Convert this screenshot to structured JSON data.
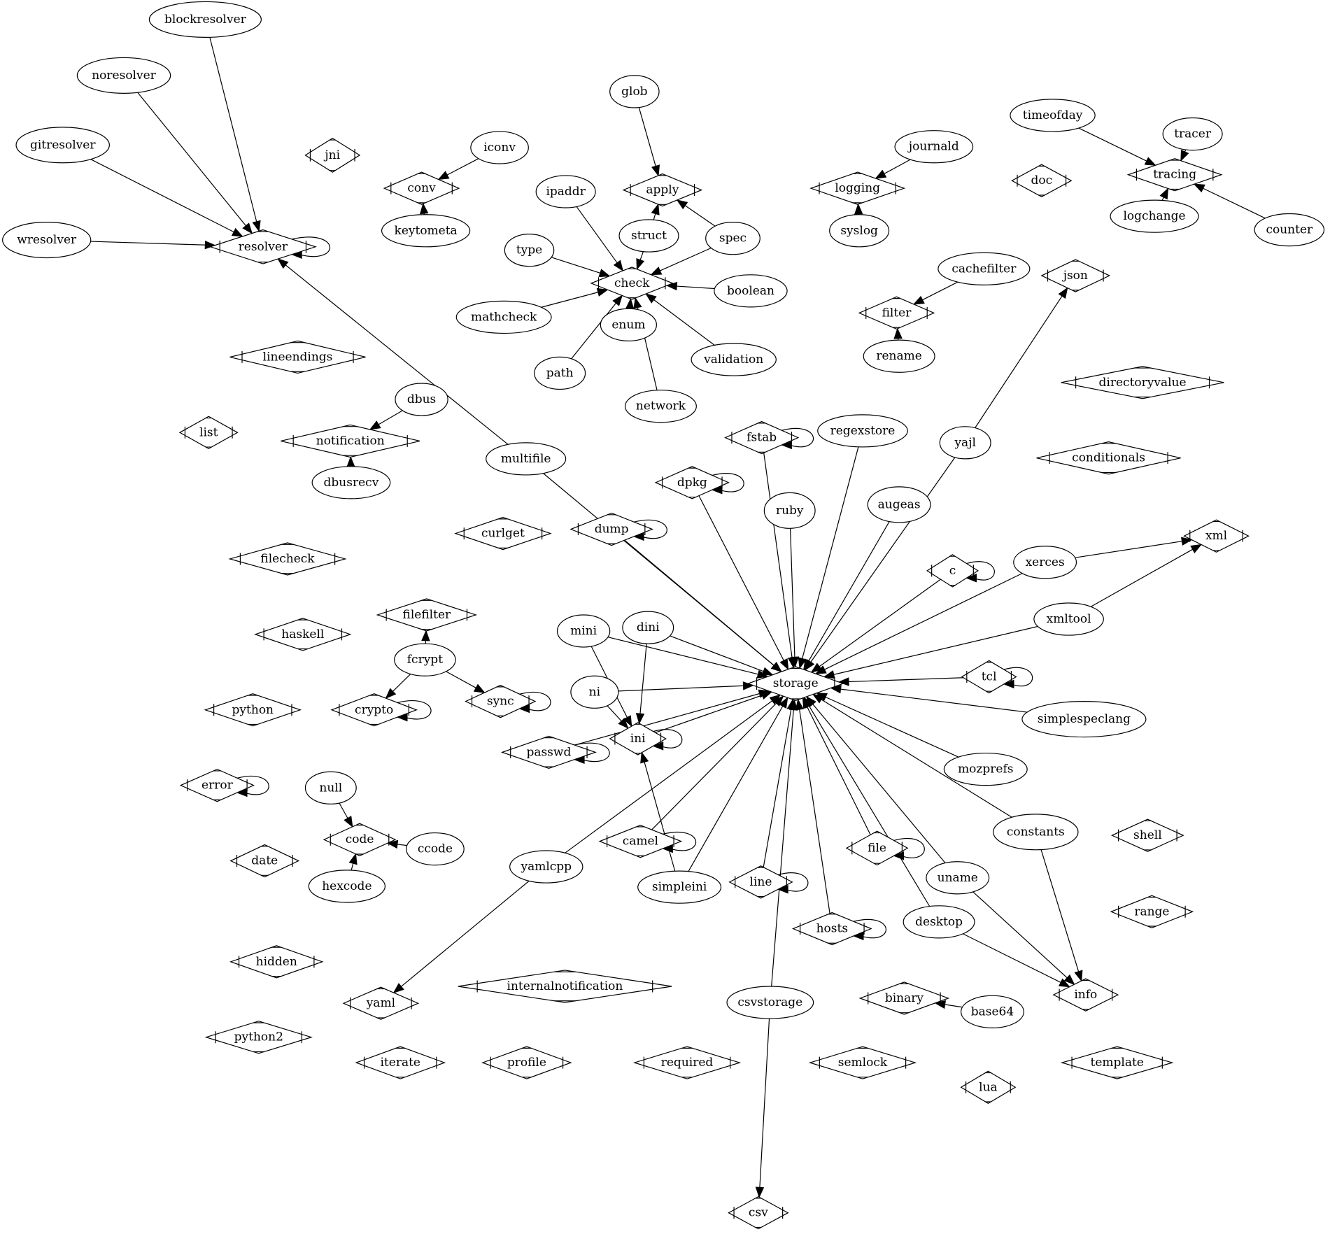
{
  "diagram": {
    "nodes": [
      {
        "id": "blockresolver",
        "label": "blockresolver",
        "shape": "ellipse"
      },
      {
        "id": "noresolver",
        "label": "noresolver",
        "shape": "ellipse"
      },
      {
        "id": "gitresolver",
        "label": "gitresolver",
        "shape": "ellipse"
      },
      {
        "id": "wresolver",
        "label": "wresolver",
        "shape": "ellipse"
      },
      {
        "id": "resolver",
        "label": "resolver",
        "shape": "plugin"
      },
      {
        "id": "jni",
        "label": "jni",
        "shape": "plugin"
      },
      {
        "id": "iconv",
        "label": "iconv",
        "shape": "ellipse"
      },
      {
        "id": "conv",
        "label": "conv",
        "shape": "plugin"
      },
      {
        "id": "keytometa",
        "label": "keytometa",
        "shape": "ellipse"
      },
      {
        "id": "glob",
        "label": "glob",
        "shape": "ellipse"
      },
      {
        "id": "apply",
        "label": "apply",
        "shape": "plugin"
      },
      {
        "id": "ipaddr",
        "label": "ipaddr",
        "shape": "ellipse"
      },
      {
        "id": "struct",
        "label": "struct",
        "shape": "ellipse"
      },
      {
        "id": "spec",
        "label": "spec",
        "shape": "ellipse"
      },
      {
        "id": "type",
        "label": "type",
        "shape": "ellipse"
      },
      {
        "id": "check",
        "label": "check",
        "shape": "plugin"
      },
      {
        "id": "boolean",
        "label": "boolean",
        "shape": "ellipse"
      },
      {
        "id": "mathcheck",
        "label": "mathcheck",
        "shape": "ellipse"
      },
      {
        "id": "enum",
        "label": "enum",
        "shape": "ellipse"
      },
      {
        "id": "validation",
        "label": "validation",
        "shape": "ellipse"
      },
      {
        "id": "path",
        "label": "path",
        "shape": "ellipse"
      },
      {
        "id": "network",
        "label": "network",
        "shape": "ellipse"
      },
      {
        "id": "journald",
        "label": "journald",
        "shape": "ellipse"
      },
      {
        "id": "logging",
        "label": "logging",
        "shape": "plugin"
      },
      {
        "id": "syslog",
        "label": "syslog",
        "shape": "ellipse"
      },
      {
        "id": "doc",
        "label": "doc",
        "shape": "plugin"
      },
      {
        "id": "timeofday",
        "label": "timeofday",
        "shape": "ellipse"
      },
      {
        "id": "tracer",
        "label": "tracer",
        "shape": "ellipse"
      },
      {
        "id": "tracing",
        "label": "tracing",
        "shape": "plugin"
      },
      {
        "id": "logchange",
        "label": "logchange",
        "shape": "ellipse"
      },
      {
        "id": "counter",
        "label": "counter",
        "shape": "ellipse"
      },
      {
        "id": "cachefilter",
        "label": "cachefilter",
        "shape": "ellipse"
      },
      {
        "id": "json",
        "label": "json",
        "shape": "plugin"
      },
      {
        "id": "filter",
        "label": "filter",
        "shape": "plugin"
      },
      {
        "id": "rename",
        "label": "rename",
        "shape": "ellipse"
      },
      {
        "id": "lineendings",
        "label": "lineendings",
        "shape": "plugin"
      },
      {
        "id": "directoryvalue",
        "label": "directoryvalue",
        "shape": "plugin"
      },
      {
        "id": "dbus",
        "label": "dbus",
        "shape": "ellipse"
      },
      {
        "id": "notification",
        "label": "notification",
        "shape": "plugin"
      },
      {
        "id": "dbusrecv",
        "label": "dbusrecv",
        "shape": "ellipse"
      },
      {
        "id": "list",
        "label": "list",
        "shape": "plugin"
      },
      {
        "id": "multifile",
        "label": "multifile",
        "shape": "ellipse"
      },
      {
        "id": "fstab",
        "label": "fstab",
        "shape": "plugin"
      },
      {
        "id": "regexstore",
        "label": "regexstore",
        "shape": "ellipse"
      },
      {
        "id": "yajl",
        "label": "yajl",
        "shape": "ellipse"
      },
      {
        "id": "conditionals",
        "label": "conditionals",
        "shape": "plugin"
      },
      {
        "id": "dpkg",
        "label": "dpkg",
        "shape": "plugin"
      },
      {
        "id": "ruby",
        "label": "ruby",
        "shape": "ellipse"
      },
      {
        "id": "augeas",
        "label": "augeas",
        "shape": "ellipse"
      },
      {
        "id": "curlget",
        "label": "curlget",
        "shape": "plugin"
      },
      {
        "id": "dump",
        "label": "dump",
        "shape": "plugin"
      },
      {
        "id": "xml",
        "label": "xml",
        "shape": "plugin"
      },
      {
        "id": "filecheck",
        "label": "filecheck",
        "shape": "plugin"
      },
      {
        "id": "c",
        "label": "c",
        "shape": "plugin"
      },
      {
        "id": "xerces",
        "label": "xerces",
        "shape": "ellipse"
      },
      {
        "id": "filefilter",
        "label": "filefilter",
        "shape": "plugin"
      },
      {
        "id": "xmltool",
        "label": "xmltool",
        "shape": "ellipse"
      },
      {
        "id": "haskell",
        "label": "haskell",
        "shape": "plugin"
      },
      {
        "id": "mini",
        "label": "mini",
        "shape": "ellipse"
      },
      {
        "id": "dini",
        "label": "dini",
        "shape": "ellipse"
      },
      {
        "id": "fcrypt",
        "label": "fcrypt",
        "shape": "ellipse"
      },
      {
        "id": "storage",
        "label": "storage",
        "shape": "plugin"
      },
      {
        "id": "tcl",
        "label": "tcl",
        "shape": "plugin"
      },
      {
        "id": "ni",
        "label": "ni",
        "shape": "ellipse"
      },
      {
        "id": "python",
        "label": "python",
        "shape": "plugin"
      },
      {
        "id": "crypto",
        "label": "crypto",
        "shape": "plugin"
      },
      {
        "id": "sync",
        "label": "sync",
        "shape": "plugin"
      },
      {
        "id": "simplespeclang",
        "label": "simplespeclang",
        "shape": "ellipse"
      },
      {
        "id": "ini",
        "label": "ini",
        "shape": "plugin"
      },
      {
        "id": "passwd",
        "label": "passwd",
        "shape": "plugin"
      },
      {
        "id": "mozprefs",
        "label": "mozprefs",
        "shape": "ellipse"
      },
      {
        "id": "error",
        "label": "error",
        "shape": "plugin"
      },
      {
        "id": "null",
        "label": "null",
        "shape": "ellipse"
      },
      {
        "id": "constants",
        "label": "constants",
        "shape": "ellipse"
      },
      {
        "id": "shell",
        "label": "shell",
        "shape": "plugin"
      },
      {
        "id": "code",
        "label": "code",
        "shape": "plugin"
      },
      {
        "id": "camel",
        "label": "camel",
        "shape": "plugin"
      },
      {
        "id": "ccode",
        "label": "ccode",
        "shape": "ellipse"
      },
      {
        "id": "file",
        "label": "file",
        "shape": "plugin"
      },
      {
        "id": "yamlcpp",
        "label": "yamlcpp",
        "shape": "ellipse"
      },
      {
        "id": "date",
        "label": "date",
        "shape": "plugin"
      },
      {
        "id": "uname",
        "label": "uname",
        "shape": "ellipse"
      },
      {
        "id": "hexcode",
        "label": "hexcode",
        "shape": "ellipse"
      },
      {
        "id": "simpleini",
        "label": "simpleini",
        "shape": "ellipse"
      },
      {
        "id": "line",
        "label": "line",
        "shape": "plugin"
      },
      {
        "id": "desktop",
        "label": "desktop",
        "shape": "ellipse"
      },
      {
        "id": "range",
        "label": "range",
        "shape": "plugin"
      },
      {
        "id": "hosts",
        "label": "hosts",
        "shape": "plugin"
      },
      {
        "id": "hidden",
        "label": "hidden",
        "shape": "plugin"
      },
      {
        "id": "internalnotification",
        "label": "internalnotification",
        "shape": "plugin"
      },
      {
        "id": "info",
        "label": "info",
        "shape": "plugin"
      },
      {
        "id": "csvstorage",
        "label": "csvstorage",
        "shape": "ellipse"
      },
      {
        "id": "binary",
        "label": "binary",
        "shape": "plugin"
      },
      {
        "id": "yaml",
        "label": "yaml",
        "shape": "plugin"
      },
      {
        "id": "base64",
        "label": "base64",
        "shape": "ellipse"
      },
      {
        "id": "python2",
        "label": "python2",
        "shape": "plugin"
      },
      {
        "id": "iterate",
        "label": "iterate",
        "shape": "plugin"
      },
      {
        "id": "profile",
        "label": "profile",
        "shape": "plugin"
      },
      {
        "id": "required",
        "label": "required",
        "shape": "plugin"
      },
      {
        "id": "semlock",
        "label": "semlock",
        "shape": "plugin"
      },
      {
        "id": "template",
        "label": "template",
        "shape": "plugin"
      },
      {
        "id": "lua",
        "label": "lua",
        "shape": "plugin"
      },
      {
        "id": "csv",
        "label": "csv",
        "shape": "plugin"
      }
    ],
    "edges": [
      [
        "blockresolver",
        "resolver"
      ],
      [
        "noresolver",
        "resolver"
      ],
      [
        "gitresolver",
        "resolver"
      ],
      [
        "wresolver",
        "resolver"
      ],
      [
        "resolver",
        "resolver"
      ],
      [
        "multifile",
        "resolver"
      ],
      [
        "iconv",
        "conv"
      ],
      [
        "keytometa",
        "conv"
      ],
      [
        "glob",
        "apply"
      ],
      [
        "struct",
        "apply"
      ],
      [
        "spec",
        "apply"
      ],
      [
        "ipaddr",
        "check"
      ],
      [
        "struct",
        "check"
      ],
      [
        "spec",
        "check"
      ],
      [
        "type",
        "check"
      ],
      [
        "boolean",
        "check"
      ],
      [
        "mathcheck",
        "check"
      ],
      [
        "enum",
        "check"
      ],
      [
        "validation",
        "check"
      ],
      [
        "path",
        "check"
      ],
      [
        "network",
        "check"
      ],
      [
        "journald",
        "logging"
      ],
      [
        "syslog",
        "logging"
      ],
      [
        "timeofday",
        "tracing"
      ],
      [
        "tracer",
        "tracing"
      ],
      [
        "logchange",
        "tracing"
      ],
      [
        "counter",
        "tracing"
      ],
      [
        "cachefilter",
        "filter"
      ],
      [
        "rename",
        "filter"
      ],
      [
        "yajl",
        "json"
      ],
      [
        "dbus",
        "notification"
      ],
      [
        "dbusrecv",
        "notification"
      ],
      [
        "fstab",
        "fstab"
      ],
      [
        "dpkg",
        "dpkg"
      ],
      [
        "dump",
        "dump"
      ],
      [
        "c",
        "c"
      ],
      [
        "tcl",
        "tcl"
      ],
      [
        "crypto",
        "crypto"
      ],
      [
        "sync",
        "sync"
      ],
      [
        "ini",
        "ini"
      ],
      [
        "passwd",
        "passwd"
      ],
      [
        "error",
        "error"
      ],
      [
        "camel",
        "camel"
      ],
      [
        "file",
        "file"
      ],
      [
        "line",
        "line"
      ],
      [
        "hosts",
        "hosts"
      ],
      [
        "xerces",
        "xml"
      ],
      [
        "xmltool",
        "xml"
      ],
      [
        "fcrypt",
        "filefilter"
      ],
      [
        "fcrypt",
        "crypto"
      ],
      [
        "fcrypt",
        "sync"
      ],
      [
        "multifile",
        "storage"
      ],
      [
        "fstab",
        "storage"
      ],
      [
        "regexstore",
        "storage"
      ],
      [
        "yajl",
        "storage"
      ],
      [
        "dpkg",
        "storage"
      ],
      [
        "ruby",
        "storage"
      ],
      [
        "augeas",
        "storage"
      ],
      [
        "dump",
        "storage"
      ],
      [
        "c",
        "storage"
      ],
      [
        "xerces",
        "storage"
      ],
      [
        "xmltool",
        "storage"
      ],
      [
        "mini",
        "storage"
      ],
      [
        "dini",
        "storage"
      ],
      [
        "tcl",
        "storage"
      ],
      [
        "ni",
        "storage"
      ],
      [
        "simplespeclang",
        "storage"
      ],
      [
        "ini",
        "storage"
      ],
      [
        "passwd",
        "storage"
      ],
      [
        "mozprefs",
        "storage"
      ],
      [
        "constants",
        "storage"
      ],
      [
        "camel",
        "storage"
      ],
      [
        "file",
        "storage"
      ],
      [
        "yamlcpp",
        "storage"
      ],
      [
        "uname",
        "storage"
      ],
      [
        "simpleini",
        "storage"
      ],
      [
        "line",
        "storage"
      ],
      [
        "desktop",
        "storage"
      ],
      [
        "hosts",
        "storage"
      ],
      [
        "csvstorage",
        "storage"
      ],
      [
        "mini",
        "ini"
      ],
      [
        "dini",
        "ini"
      ],
      [
        "ni",
        "ini"
      ],
      [
        "simpleini",
        "ini"
      ],
      [
        "null",
        "code"
      ],
      [
        "ccode",
        "code"
      ],
      [
        "hexcode",
        "code"
      ],
      [
        "constants",
        "info"
      ],
      [
        "uname",
        "info"
      ],
      [
        "desktop",
        "info"
      ],
      [
        "base64",
        "binary"
      ],
      [
        "yamlcpp",
        "yaml"
      ],
      [
        "csvstorage",
        "csv"
      ]
    ]
  }
}
